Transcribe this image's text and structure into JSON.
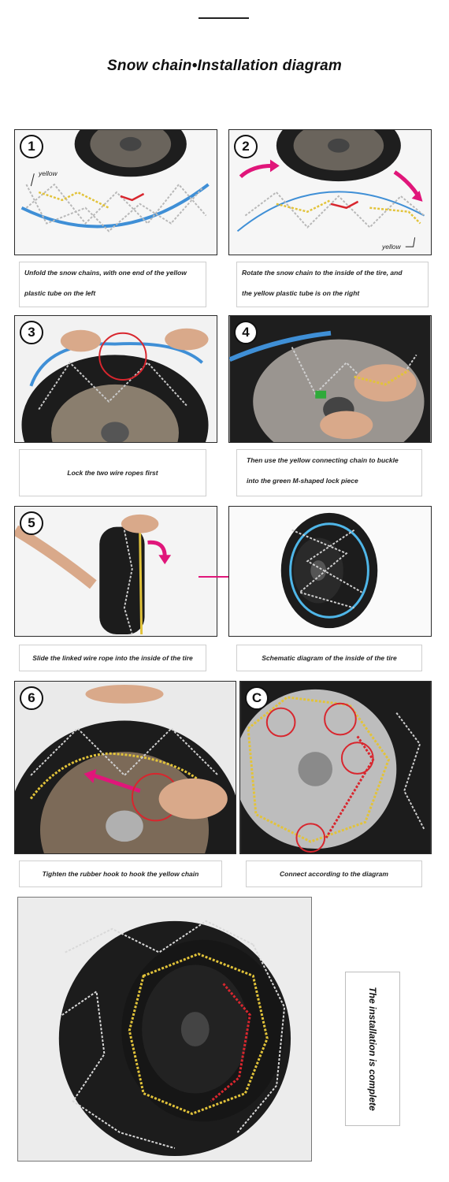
{
  "title": "Snow chain•Installation diagram",
  "steps": {
    "s1": {
      "num": "1",
      "label": "yellow",
      "caption_line1": "Unfold the snow chains, with one end of the yellow",
      "caption_line2": "plastic tube on the left"
    },
    "s2": {
      "num": "2",
      "label": "yellow",
      "caption_line1": "Rotate the snow chain to the inside of the tire, and",
      "caption_line2": "the yellow plastic tube is on the right"
    },
    "s3": {
      "num": "3",
      "caption": "Lock the two wire ropes first"
    },
    "s4": {
      "num": "4",
      "caption_line1": "Then use the yellow connecting chain to buckle",
      "caption_line2": "into the green M-shaped lock piece"
    },
    "s5": {
      "num": "5",
      "caption": "Slide the linked wire rope into the inside of the tire"
    },
    "s5b": {
      "caption": "Schematic diagram of the inside of the tire"
    },
    "s6": {
      "num": "6",
      "caption": "Tighten the rubber hook to hook the yellow chain"
    },
    "sc": {
      "num": "C",
      "caption": "Connect according to the diagram"
    }
  },
  "complete_text": "The installation is complete",
  "colors": {
    "chain": "#b8b8b8",
    "yellow_chain": "#e2c33a",
    "red_chain": "#d8262e",
    "blue_tube": "#3f8fd6",
    "magenta_arrow": "#e0167a",
    "tire": "#1c1c1c"
  }
}
